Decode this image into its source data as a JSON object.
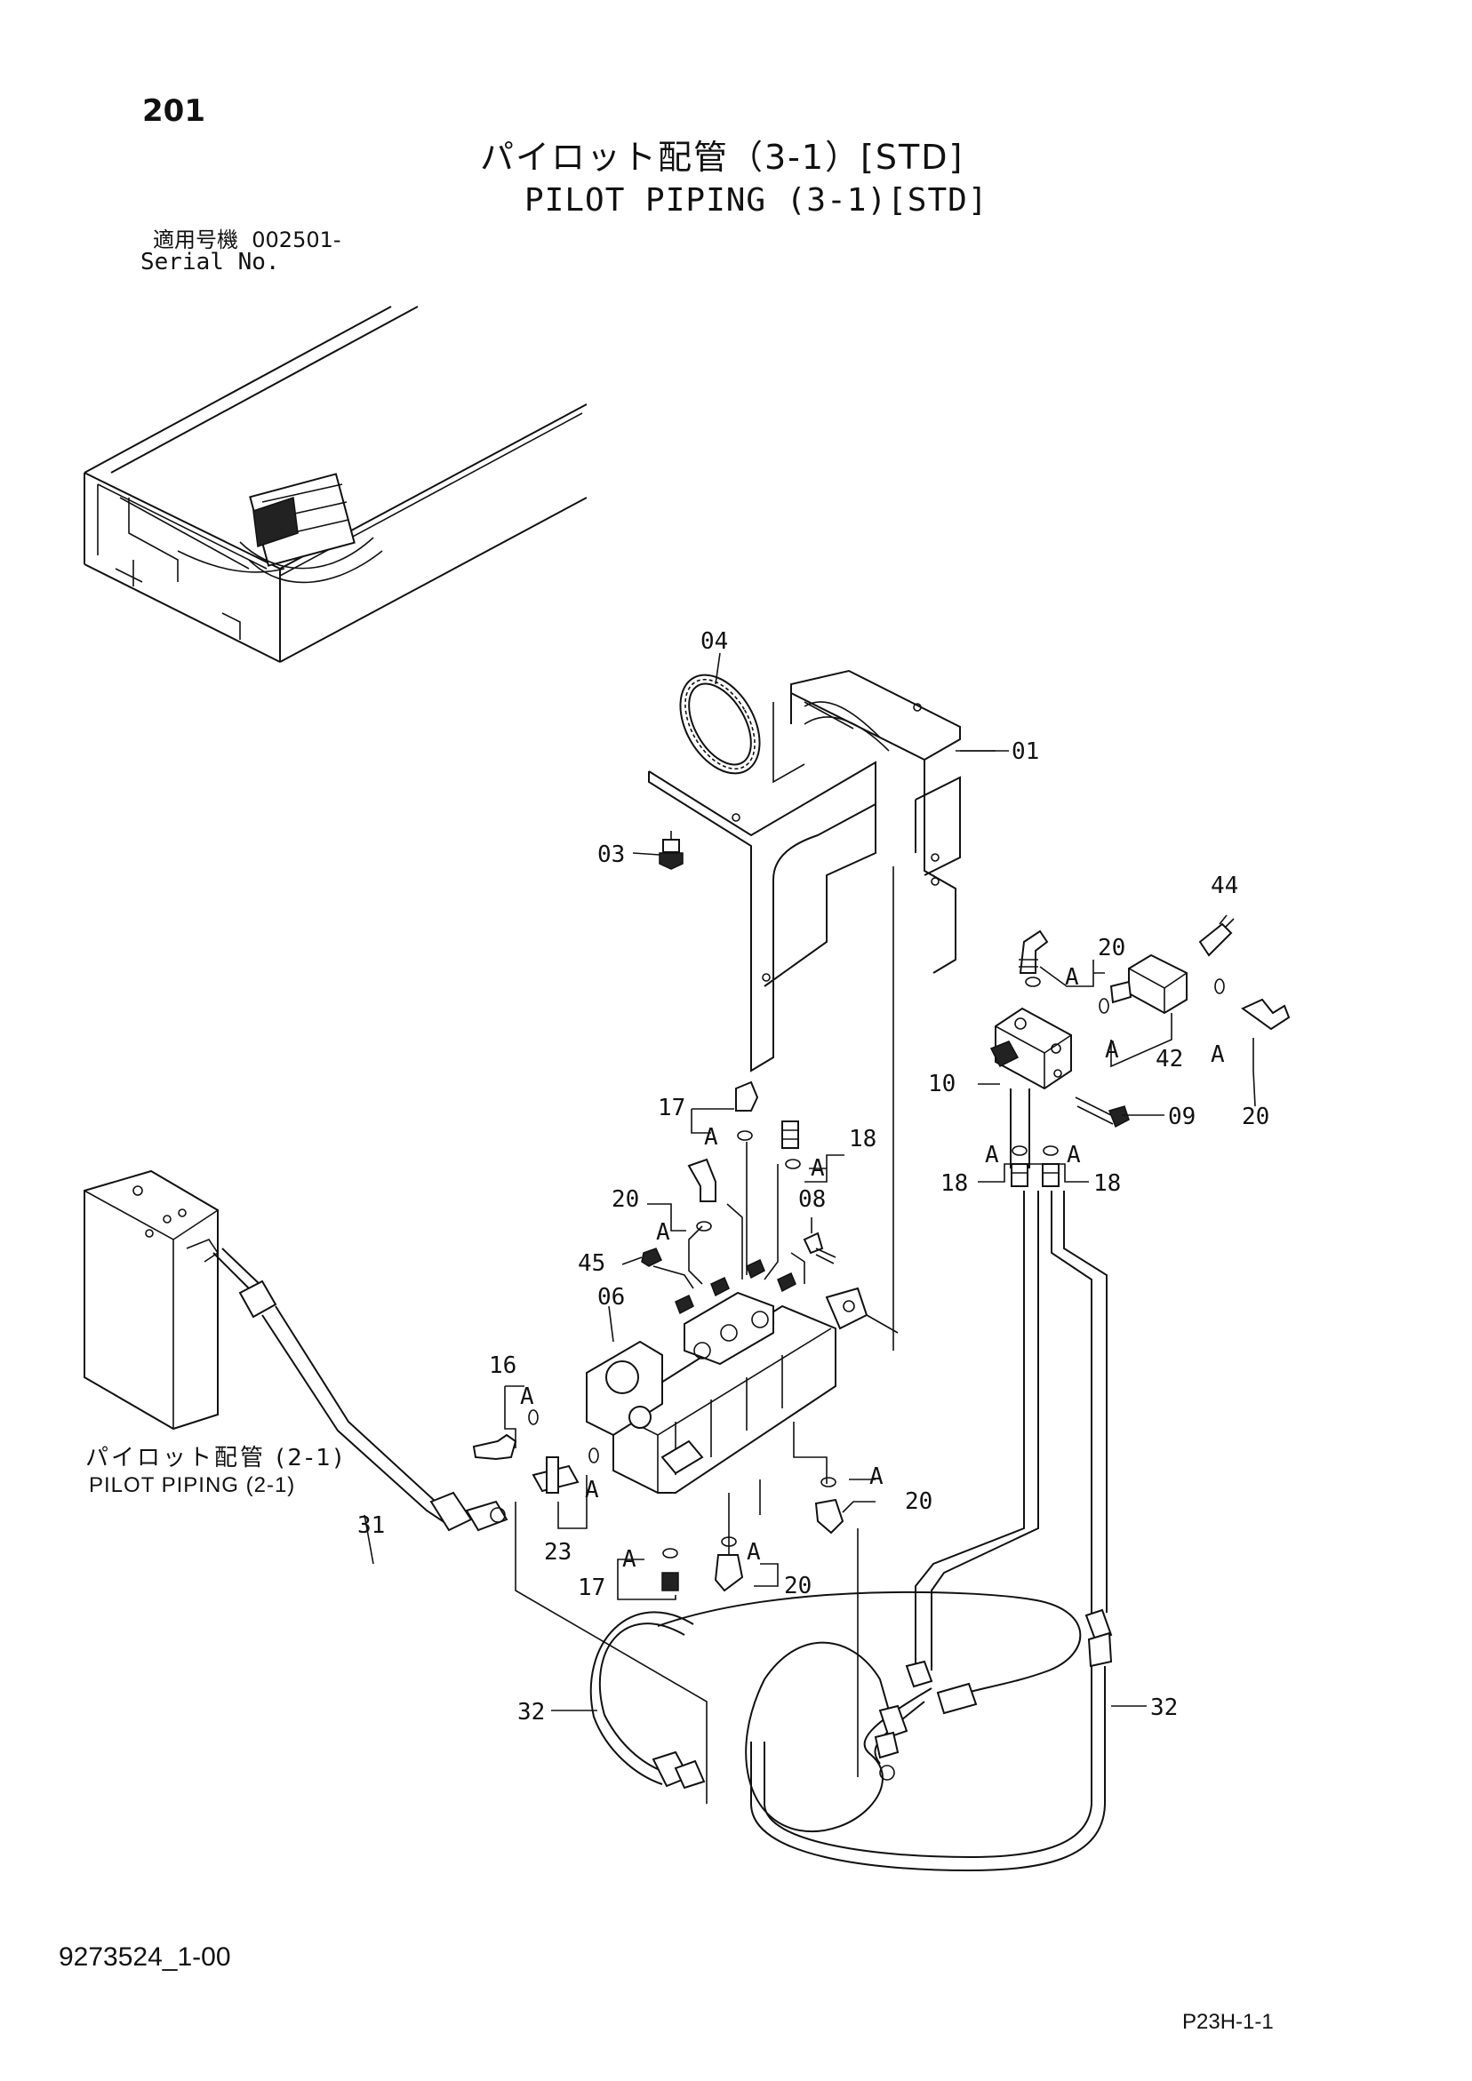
{
  "page_number": "201",
  "title_jp": "パイロット配管（3-1）[STD]",
  "title_en": "PILOT PIPING (3-1)[STD]",
  "serial_label_jp": "適用号機",
  "serial_value": "002501-",
  "serial_label_en": "Serial No.",
  "reference_jp": "パイロット配管 (2-1)",
  "reference_en": "PILOT PIPING (2-1)",
  "document_number": "9273524_1-00",
  "page_code": "P23H-1-1",
  "callouts": {
    "c01": "01",
    "c03": "03",
    "c04": "04",
    "c06": "06",
    "c08": "08",
    "c09": "09",
    "c10": "10",
    "c16": "16",
    "c17a": "17",
    "c17b": "17",
    "c18a": "18",
    "c18b": "18",
    "c18c": "18",
    "c20a": "20",
    "c20b": "20",
    "c20c": "20",
    "c20d": "20",
    "c20e": "20",
    "c23": "23",
    "c31": "31",
    "c32a": "32",
    "c32b": "32",
    "c42": "42",
    "c44": "44",
    "c45": "45"
  },
  "detail_marker": "A"
}
